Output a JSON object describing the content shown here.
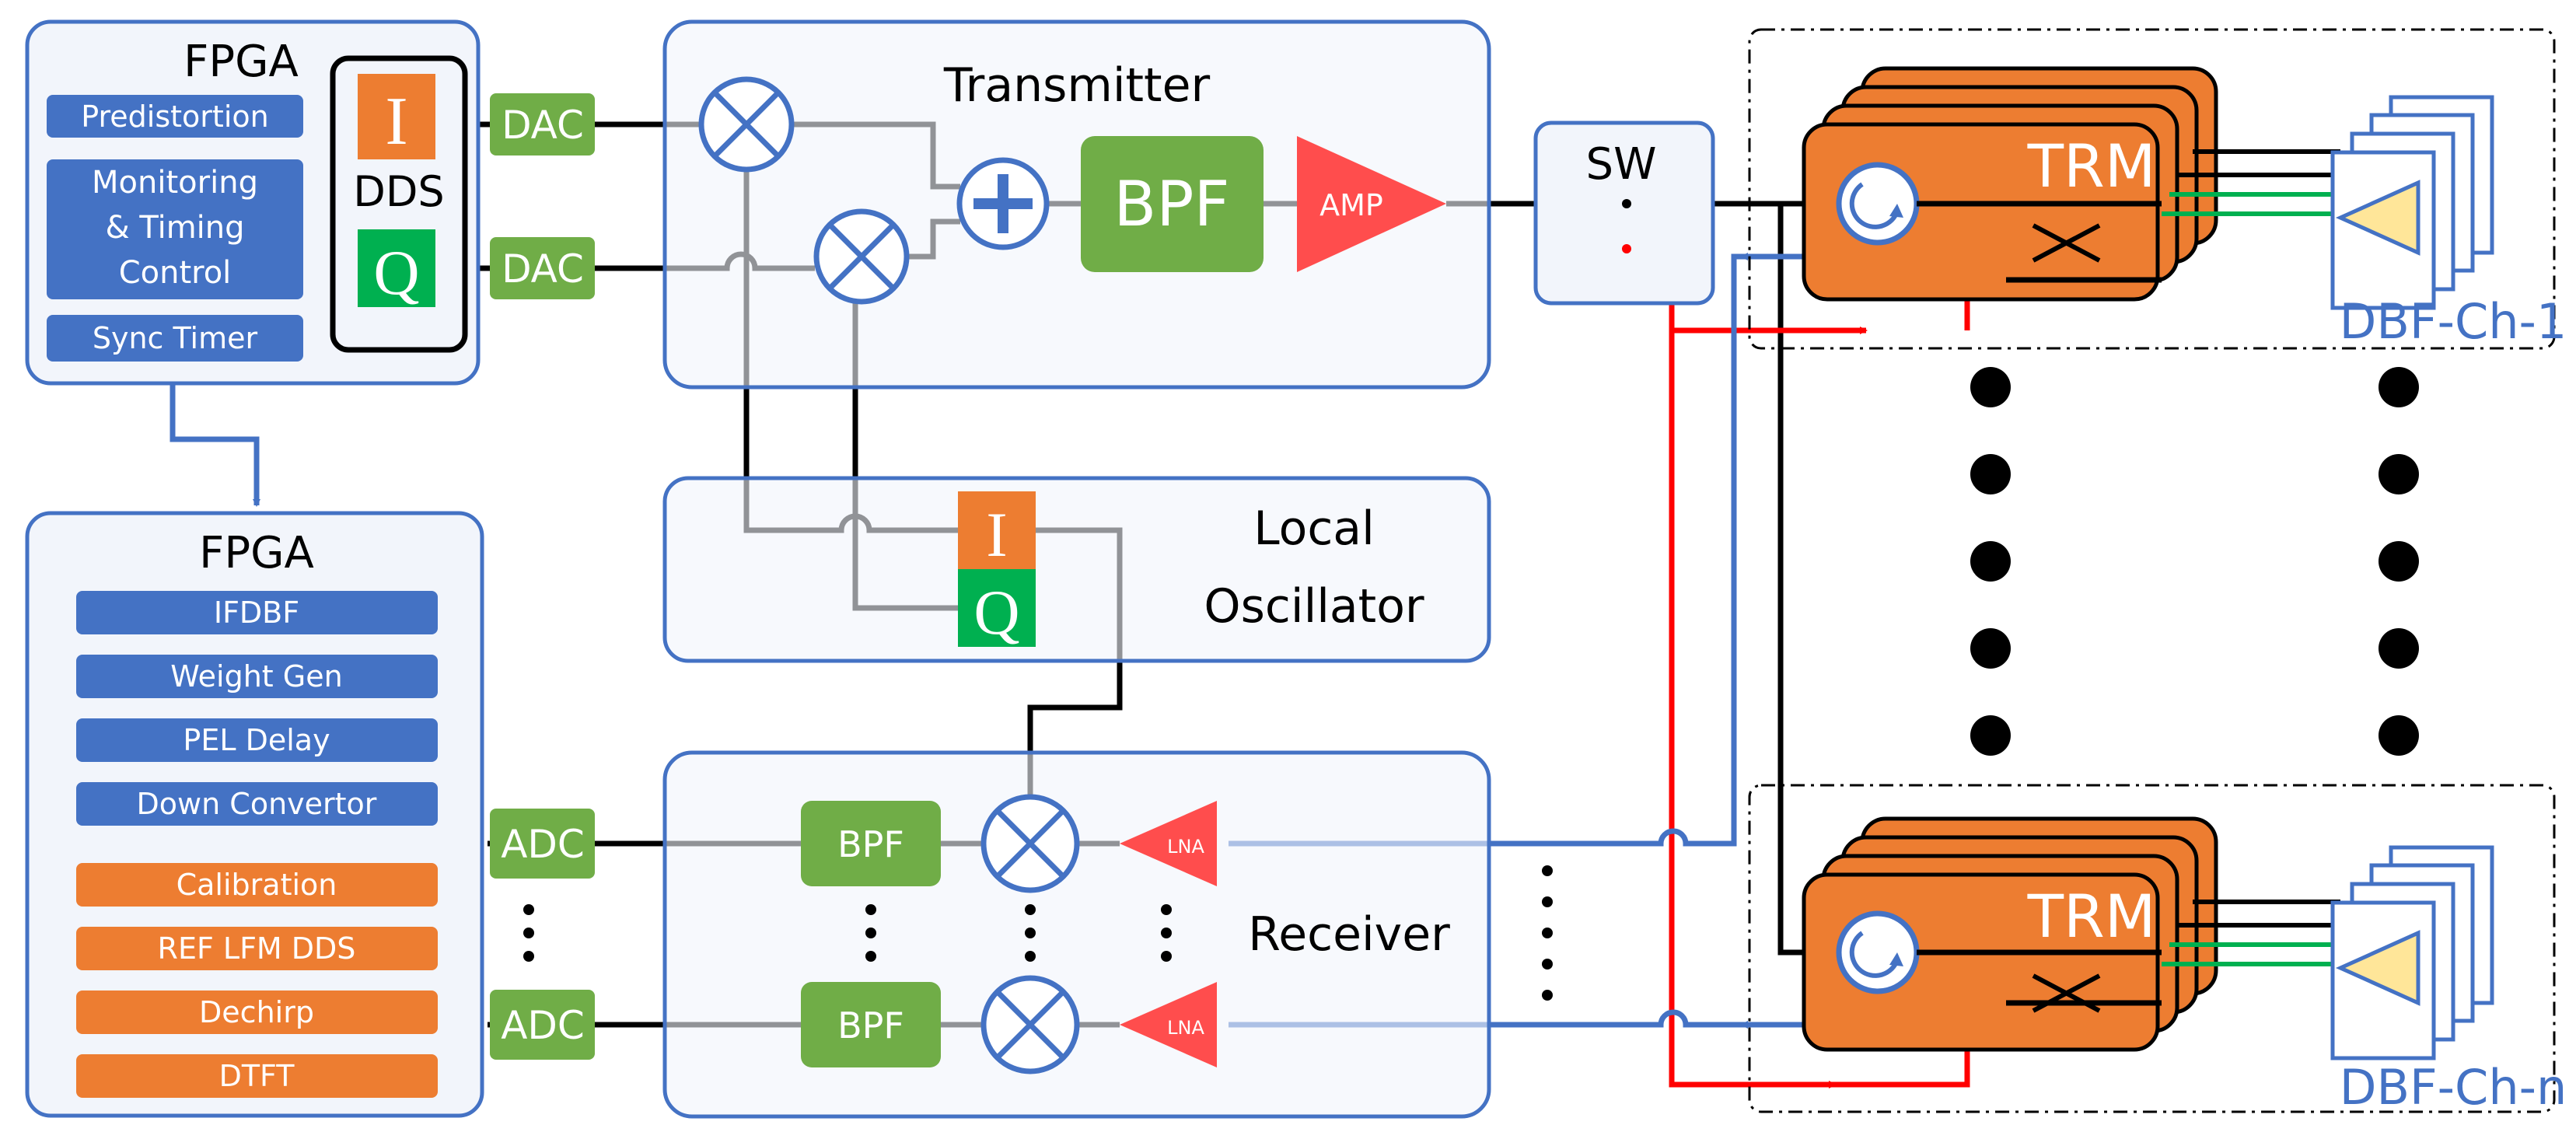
{
  "colors": {
    "box_border": "#4472c4",
    "box_fill": "#f2f5fb",
    "blue_block": "#4472c4",
    "orange_block": "#ed7d31",
    "green_block": "#70ad47",
    "dds_green": "#00b050",
    "red_triangle": "#ff4d4d",
    "tx_line": "#000000",
    "rx_line": "#4472c4",
    "cal_line": "#ff0000",
    "pa_fill": "#ffe699"
  },
  "fpga_tx": {
    "title": "FPGA",
    "predistortion": "Predistortion",
    "monitoring_line1": "Monitoring",
    "monitoring_line2": "& Timing",
    "monitoring_line3": "Control",
    "sync_timer": "Sync Timer",
    "i_label": "I",
    "dds_label": "DDS",
    "q_label": "Q"
  },
  "dac": {
    "label": "DAC"
  },
  "transmitter": {
    "title": "Transmitter",
    "bpf": "BPF",
    "amp": "AMP"
  },
  "sw": {
    "label": "SW"
  },
  "local_oscillator": {
    "line1": "Local",
    "line2": "Oscillator",
    "i_label": "I",
    "q_label": "Q"
  },
  "fpga_rx": {
    "title": "FPGA",
    "items": [
      "IFDBF",
      "Weight Gen",
      "PEL Delay",
      "Down Convertor",
      "Calibration",
      "REF LFM DDS",
      "Dechirp",
      "DTFT"
    ]
  },
  "adc": {
    "label": "ADC"
  },
  "receiver": {
    "title": "Receiver",
    "bpf": "BPF",
    "lna": "LNA"
  },
  "trm": {
    "label": "TRM"
  },
  "channels": {
    "first": "DBF-Ch-1",
    "last": "DBF-Ch-n"
  }
}
